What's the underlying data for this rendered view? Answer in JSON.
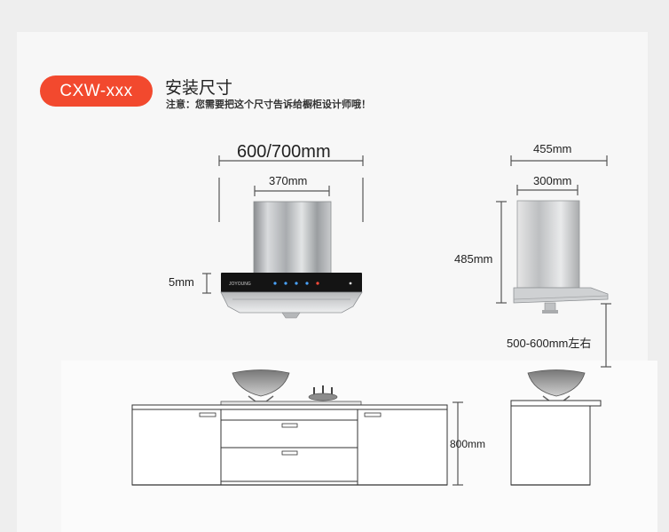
{
  "header": {
    "model": "CXW-xxx",
    "title": "安装尺寸",
    "note": "注意：您需要把这个尺寸告诉给橱柜设计师哦！"
  },
  "dimensions": {
    "total_width": "600/700mm",
    "chimney_width": "370mm",
    "panel_thickness": "5mm",
    "total_depth": "455mm",
    "chimney_depth": "300mm",
    "hood_height": "485mm",
    "install_height": "500-600mm左右",
    "counter_height": "800mm"
  },
  "hood": {
    "brand_text": "JOYOUNG"
  },
  "colors": {
    "accent": "#f2492e"
  }
}
